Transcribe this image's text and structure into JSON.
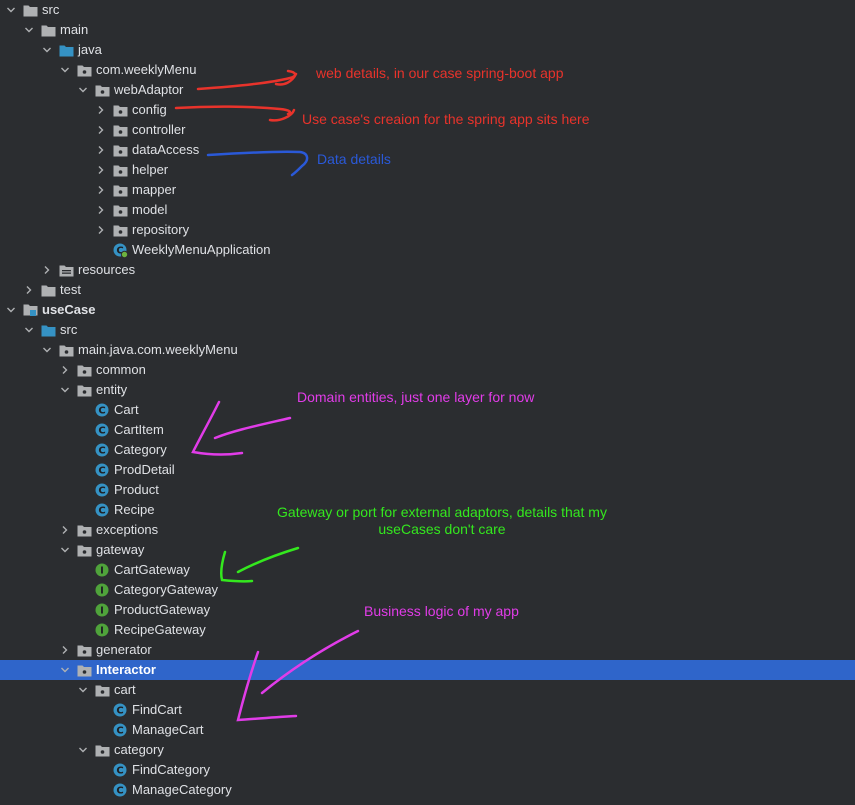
{
  "tree": [
    {
      "label": "src",
      "depth": 0,
      "expanded": true,
      "icon": "folder-icon",
      "iconColor": "#afb1b3"
    },
    {
      "label": "main",
      "depth": 1,
      "expanded": true,
      "icon": "folder-icon",
      "iconColor": "#afb1b3"
    },
    {
      "label": "java",
      "depth": 2,
      "expanded": true,
      "icon": "source-folder-icon",
      "iconColor": "#3592c4"
    },
    {
      "label": "com.weeklyMenu",
      "depth": 3,
      "expanded": true,
      "icon": "package-icon",
      "iconColor": "#afb1b3"
    },
    {
      "label": "webAdaptor",
      "depth": 4,
      "expanded": true,
      "icon": "package-icon",
      "iconColor": "#afb1b3"
    },
    {
      "label": "config",
      "depth": 5,
      "expanded": false,
      "icon": "package-icon",
      "iconColor": "#afb1b3"
    },
    {
      "label": "controller",
      "depth": 5,
      "expanded": false,
      "icon": "package-icon",
      "iconColor": "#afb1b3"
    },
    {
      "label": "dataAccess",
      "depth": 5,
      "expanded": false,
      "icon": "package-icon",
      "iconColor": "#afb1b3"
    },
    {
      "label": "helper",
      "depth": 5,
      "expanded": false,
      "icon": "package-icon",
      "iconColor": "#afb1b3"
    },
    {
      "label": "mapper",
      "depth": 5,
      "expanded": false,
      "icon": "package-icon",
      "iconColor": "#afb1b3"
    },
    {
      "label": "model",
      "depth": 5,
      "expanded": false,
      "icon": "package-icon",
      "iconColor": "#afb1b3"
    },
    {
      "label": "repository",
      "depth": 5,
      "expanded": false,
      "icon": "package-icon",
      "iconColor": "#afb1b3"
    },
    {
      "label": "WeeklyMenuApplication",
      "depth": 5,
      "leaf": true,
      "icon": "spring-app-icon",
      "iconColor": "#3592c4"
    },
    {
      "label": "resources",
      "depth": 2,
      "expanded": false,
      "icon": "resources-folder-icon",
      "iconColor": "#afb1b3"
    },
    {
      "label": "test",
      "depth": 1,
      "expanded": false,
      "icon": "folder-icon",
      "iconColor": "#afb1b3"
    },
    {
      "label": "useCase",
      "depth": 0,
      "expanded": true,
      "icon": "module-icon",
      "iconColor": "#afb1b3",
      "bold": true
    },
    {
      "label": "src",
      "depth": 1,
      "expanded": true,
      "icon": "source-folder-icon",
      "iconColor": "#3592c4"
    },
    {
      "label": "main.java.com.weeklyMenu",
      "depth": 2,
      "expanded": true,
      "icon": "package-icon",
      "iconColor": "#afb1b3"
    },
    {
      "label": "common",
      "depth": 3,
      "expanded": false,
      "icon": "package-icon",
      "iconColor": "#afb1b3"
    },
    {
      "label": "entity",
      "depth": 3,
      "expanded": true,
      "icon": "package-icon",
      "iconColor": "#afb1b3"
    },
    {
      "label": "Cart",
      "depth": 4,
      "leaf": true,
      "icon": "class-icon",
      "iconColor": "#3592c4",
      "letter": "C"
    },
    {
      "label": "CartItem",
      "depth": 4,
      "leaf": true,
      "icon": "class-icon",
      "iconColor": "#3592c4",
      "letter": "C"
    },
    {
      "label": "Category",
      "depth": 4,
      "leaf": true,
      "icon": "class-icon",
      "iconColor": "#3592c4",
      "letter": "C"
    },
    {
      "label": "ProdDetail",
      "depth": 4,
      "leaf": true,
      "icon": "class-icon",
      "iconColor": "#3592c4",
      "letter": "C"
    },
    {
      "label": "Product",
      "depth": 4,
      "leaf": true,
      "icon": "class-icon",
      "iconColor": "#3592c4",
      "letter": "C"
    },
    {
      "label": "Recipe",
      "depth": 4,
      "leaf": true,
      "icon": "class-icon",
      "iconColor": "#3592c4",
      "letter": "C"
    },
    {
      "label": "exceptions",
      "depth": 3,
      "expanded": false,
      "icon": "package-icon",
      "iconColor": "#afb1b3"
    },
    {
      "label": "gateway",
      "depth": 3,
      "expanded": true,
      "icon": "package-icon",
      "iconColor": "#afb1b3"
    },
    {
      "label": "CartGateway",
      "depth": 4,
      "leaf": true,
      "icon": "interface-icon",
      "iconColor": "#4fa33b",
      "letter": "I"
    },
    {
      "label": "CategoryGateway",
      "depth": 4,
      "leaf": true,
      "icon": "interface-icon",
      "iconColor": "#4fa33b",
      "letter": "I"
    },
    {
      "label": "ProductGateway",
      "depth": 4,
      "leaf": true,
      "icon": "interface-icon",
      "iconColor": "#4fa33b",
      "letter": "I"
    },
    {
      "label": "RecipeGateway",
      "depth": 4,
      "leaf": true,
      "icon": "interface-icon",
      "iconColor": "#4fa33b",
      "letter": "I"
    },
    {
      "label": "generator",
      "depth": 3,
      "expanded": false,
      "icon": "package-icon",
      "iconColor": "#afb1b3"
    },
    {
      "label": "Interactor",
      "depth": 3,
      "expanded": true,
      "icon": "package-icon",
      "iconColor": "#afb1b3",
      "selected": true
    },
    {
      "label": "cart",
      "depth": 4,
      "expanded": true,
      "icon": "package-icon",
      "iconColor": "#afb1b3"
    },
    {
      "label": "FindCart",
      "depth": 5,
      "leaf": true,
      "icon": "class-icon",
      "iconColor": "#3592c4",
      "letter": "C"
    },
    {
      "label": "ManageCart",
      "depth": 5,
      "leaf": true,
      "icon": "class-icon",
      "iconColor": "#3592c4",
      "letter": "C"
    },
    {
      "label": "category",
      "depth": 4,
      "expanded": true,
      "icon": "package-icon",
      "iconColor": "#afb1b3"
    },
    {
      "label": "FindCategory",
      "depth": 5,
      "leaf": true,
      "icon": "class-icon",
      "iconColor": "#3592c4",
      "letter": "C"
    },
    {
      "label": "ManageCategory",
      "depth": 5,
      "leaf": true,
      "icon": "class-icon",
      "iconColor": "#3592c4",
      "letter": "C"
    }
  ],
  "annotations": {
    "web_details": "web details, in our case spring-boot app",
    "use_case_creation": "Use case's creaion for the spring app sits here",
    "data_details": "Data details",
    "domain_entities": "Domain entities, just one layer for now",
    "gateway_line1": "Gateway or port for external adaptors, details that my",
    "gateway_line2": "useCases don't care",
    "business_logic": "Business logic of my app"
  },
  "colors": {
    "background": "#2b2d30",
    "selection": "#2f65ca",
    "annotation_red": "#e8332b",
    "annotation_blue": "#2a59d8",
    "annotation_magenta": "#e13ce8",
    "annotation_green": "#34e81e"
  }
}
